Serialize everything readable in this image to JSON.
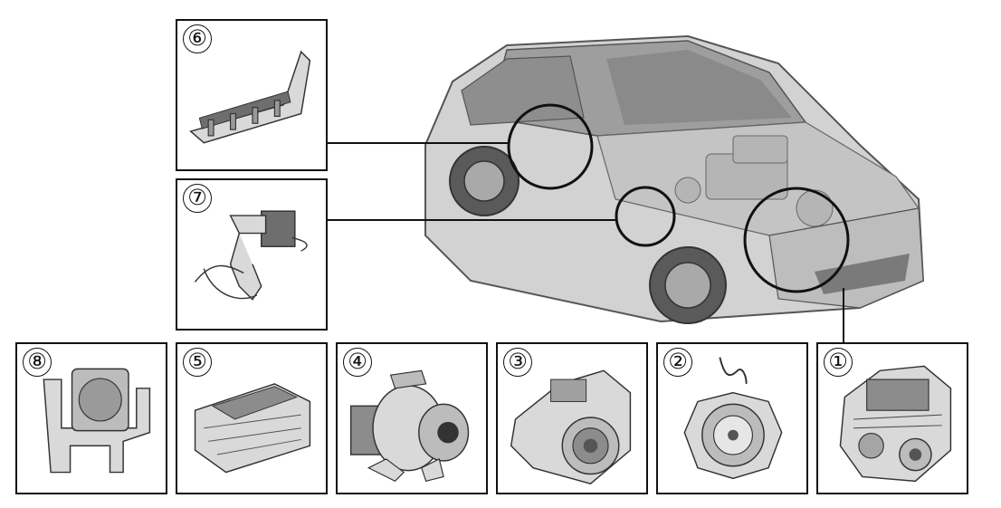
{
  "components": [
    {
      "id": "1",
      "label": "①",
      "icon": "engine-icon"
    },
    {
      "id": "2",
      "label": "②",
      "icon": "clutch-icon"
    },
    {
      "id": "3",
      "label": "③",
      "icon": "transmission-icon"
    },
    {
      "id": "4",
      "label": "④",
      "icon": "electric-motor-icon"
    },
    {
      "id": "5",
      "label": "⑤",
      "icon": "inverter-icon"
    },
    {
      "id": "6",
      "label": "⑥",
      "icon": "battery-pack-icon"
    },
    {
      "id": "7",
      "label": "⑦",
      "icon": "battery-management-icon"
    },
    {
      "id": "8",
      "label": "⑧",
      "icon": "bracket-icon"
    }
  ],
  "colors": {
    "outline": "#111111",
    "part_fill": "#d9d9d9",
    "part_dark": "#6e6e6e",
    "car_body": "#cfcfcf",
    "glass": "#a9a9a9"
  }
}
